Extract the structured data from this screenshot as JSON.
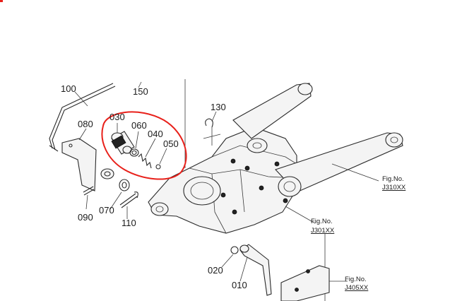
{
  "labels": {
    "p100": "100",
    "p150": "150",
    "p130": "130",
    "p030": "030",
    "p060": "060",
    "p040": "040",
    "p050": "050",
    "p080": "080",
    "p090": "090",
    "p070": "070",
    "p110": "110",
    "p020": "020",
    "p010": "010"
  },
  "figrefs": {
    "j310_title": "Fig.No.",
    "j310_code": "J310XX",
    "j301_title": "Fig.No.",
    "j301_code": "J301XX",
    "j405_title": "Fig.No.",
    "j405_code": "J405XX"
  },
  "colors": {
    "highlight": "#e8201a",
    "line": "#2a2a2a"
  }
}
